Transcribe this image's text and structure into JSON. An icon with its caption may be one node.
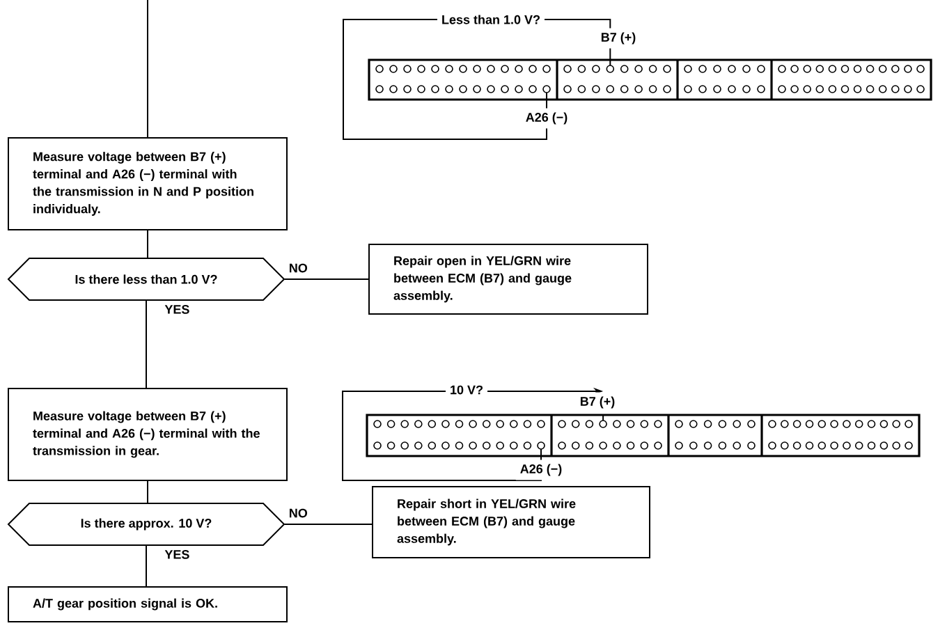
{
  "diagram": {
    "nodes": [
      {
        "text": [
          "Measure voltage between B7 (+) terminal and A26 (−) terminal with the transmission in N and P position individualy."
        ]
      },
      {
        "text": [
          "Is there less than 1.0 V?"
        ]
      },
      {
        "text": [
          "Repair open in YEL/GRN wire between ECM (B7) and gauge assembly."
        ]
      },
      {
        "text": [
          "Measure voltage between B7 (+) terminal and A26 (−) terminal with the transmission in gear."
        ]
      },
      {
        "text": [
          "Is there approx. 10 V?"
        ]
      },
      {
        "text": [
          "Repair short in YEL/GRN wire between ECM (B7) and gauge assembly."
        ]
      },
      {
        "text": [
          "A/T gear position signal is OK."
        ]
      }
    ],
    "edges": [
      {
        "from": null,
        "to": 0,
        "arrow": "none"
      },
      {
        "from": 0,
        "to": 1,
        "arrow": "none"
      },
      {
        "from": 1,
        "to": 2,
        "arrow": "none",
        "label": "NO"
      },
      {
        "from": 1,
        "to": 3,
        "arrow": "none",
        "label": "YES"
      },
      {
        "from": 3,
        "to": 4,
        "arrow": "none"
      },
      {
        "from": 4,
        "to": 5,
        "arrow": "none",
        "label": "NO"
      },
      {
        "from": 4,
        "to": 6,
        "arrow": "none",
        "label": "YES"
      }
    ],
    "labels": [
      "Less than 1.0 V?",
      "B7 (+)",
      "A26 (−)",
      "10 V?",
      "B7 (+)",
      "A26 (−)"
    ]
  }
}
